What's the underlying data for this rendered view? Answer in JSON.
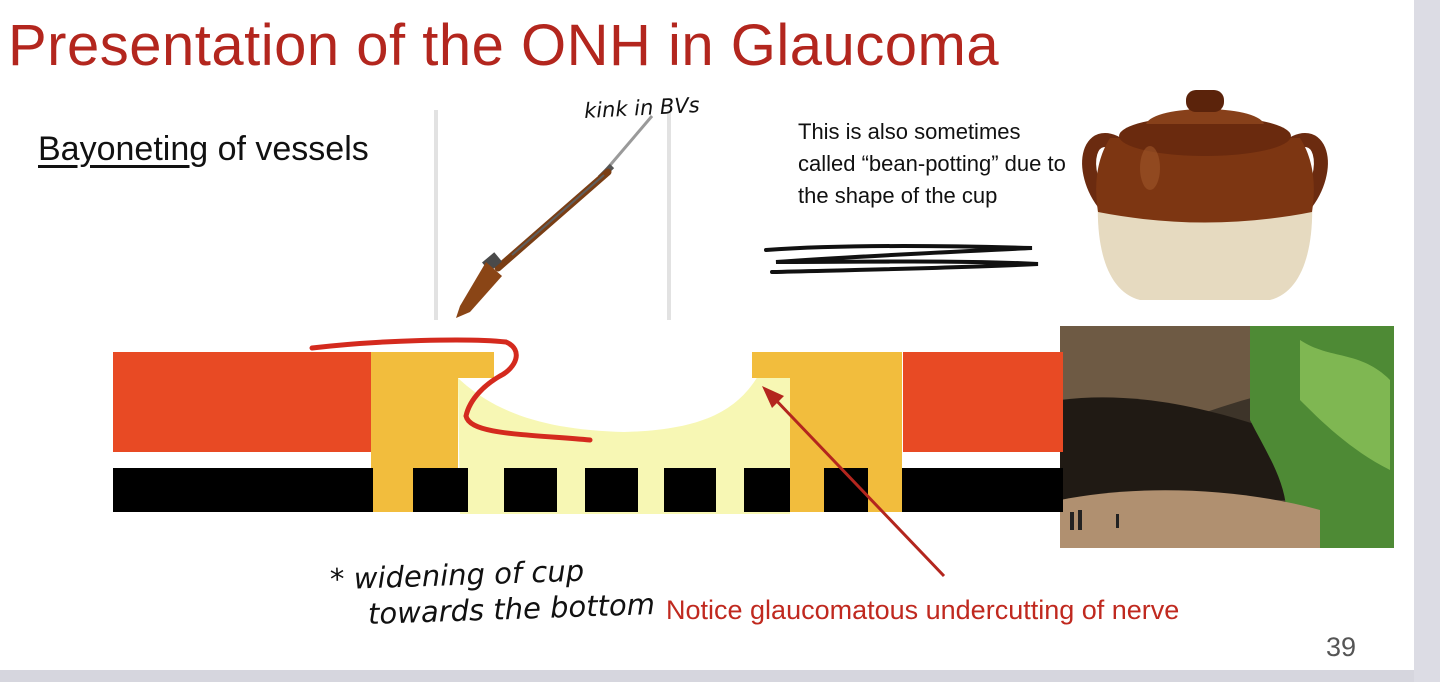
{
  "slide": {
    "title": "Presentation of the ONH in Glaucoma",
    "subtitle_underlined": "Bayoneting",
    "subtitle_rest": " of vessels",
    "note": "This is also sometimes called “bean-potting” due to the shape of the cup",
    "caption": "Notice glaucomatous undercutting of nerve",
    "page_number": "39"
  },
  "annotations": {
    "kink": "kink in BVs",
    "widening_line1": "* widening of cup",
    "widening_line2": "towards the bottom"
  },
  "colors": {
    "title": "#b3261e",
    "retina_layer": "#e84a24",
    "rim_tissue": "#f2bd3d",
    "cup_floor": "#f7f7b4",
    "lamina": "#000000",
    "annotation_red": "#d42a1e"
  },
  "icons": [
    "rifle-with-bayonet",
    "bean-pot",
    "cave-overhang-photo"
  ]
}
